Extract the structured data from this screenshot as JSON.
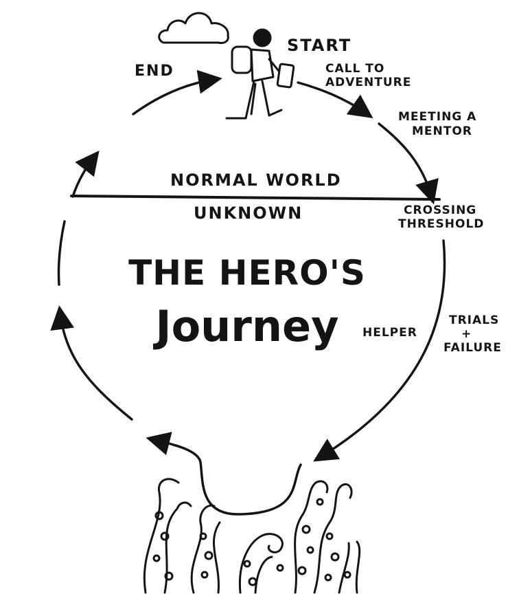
{
  "title": {
    "line1": "THE HERO'S",
    "line2": "Journey"
  },
  "regions": {
    "upper": "NORMAL WORLD",
    "lower": "UNKNOWN"
  },
  "stages": {
    "start": "START",
    "end": "END",
    "call_line1": "CALL TO",
    "call_line2": "ADVENTURE",
    "mentor_line1": "MEETING A",
    "mentor_line2": "MENTOR",
    "threshold_line1": "CROSSING",
    "threshold_line2": "THRESHOLD",
    "helper": "HELPER",
    "trials_line1": "TRIALS",
    "trials_line2": "+",
    "trials_line3": "FAILURE"
  },
  "colors": {
    "ink": "#141414",
    "paper": "#ffffff"
  },
  "icons": [
    "cloud-icon",
    "hiker-icon",
    "tentacles-icon"
  ]
}
